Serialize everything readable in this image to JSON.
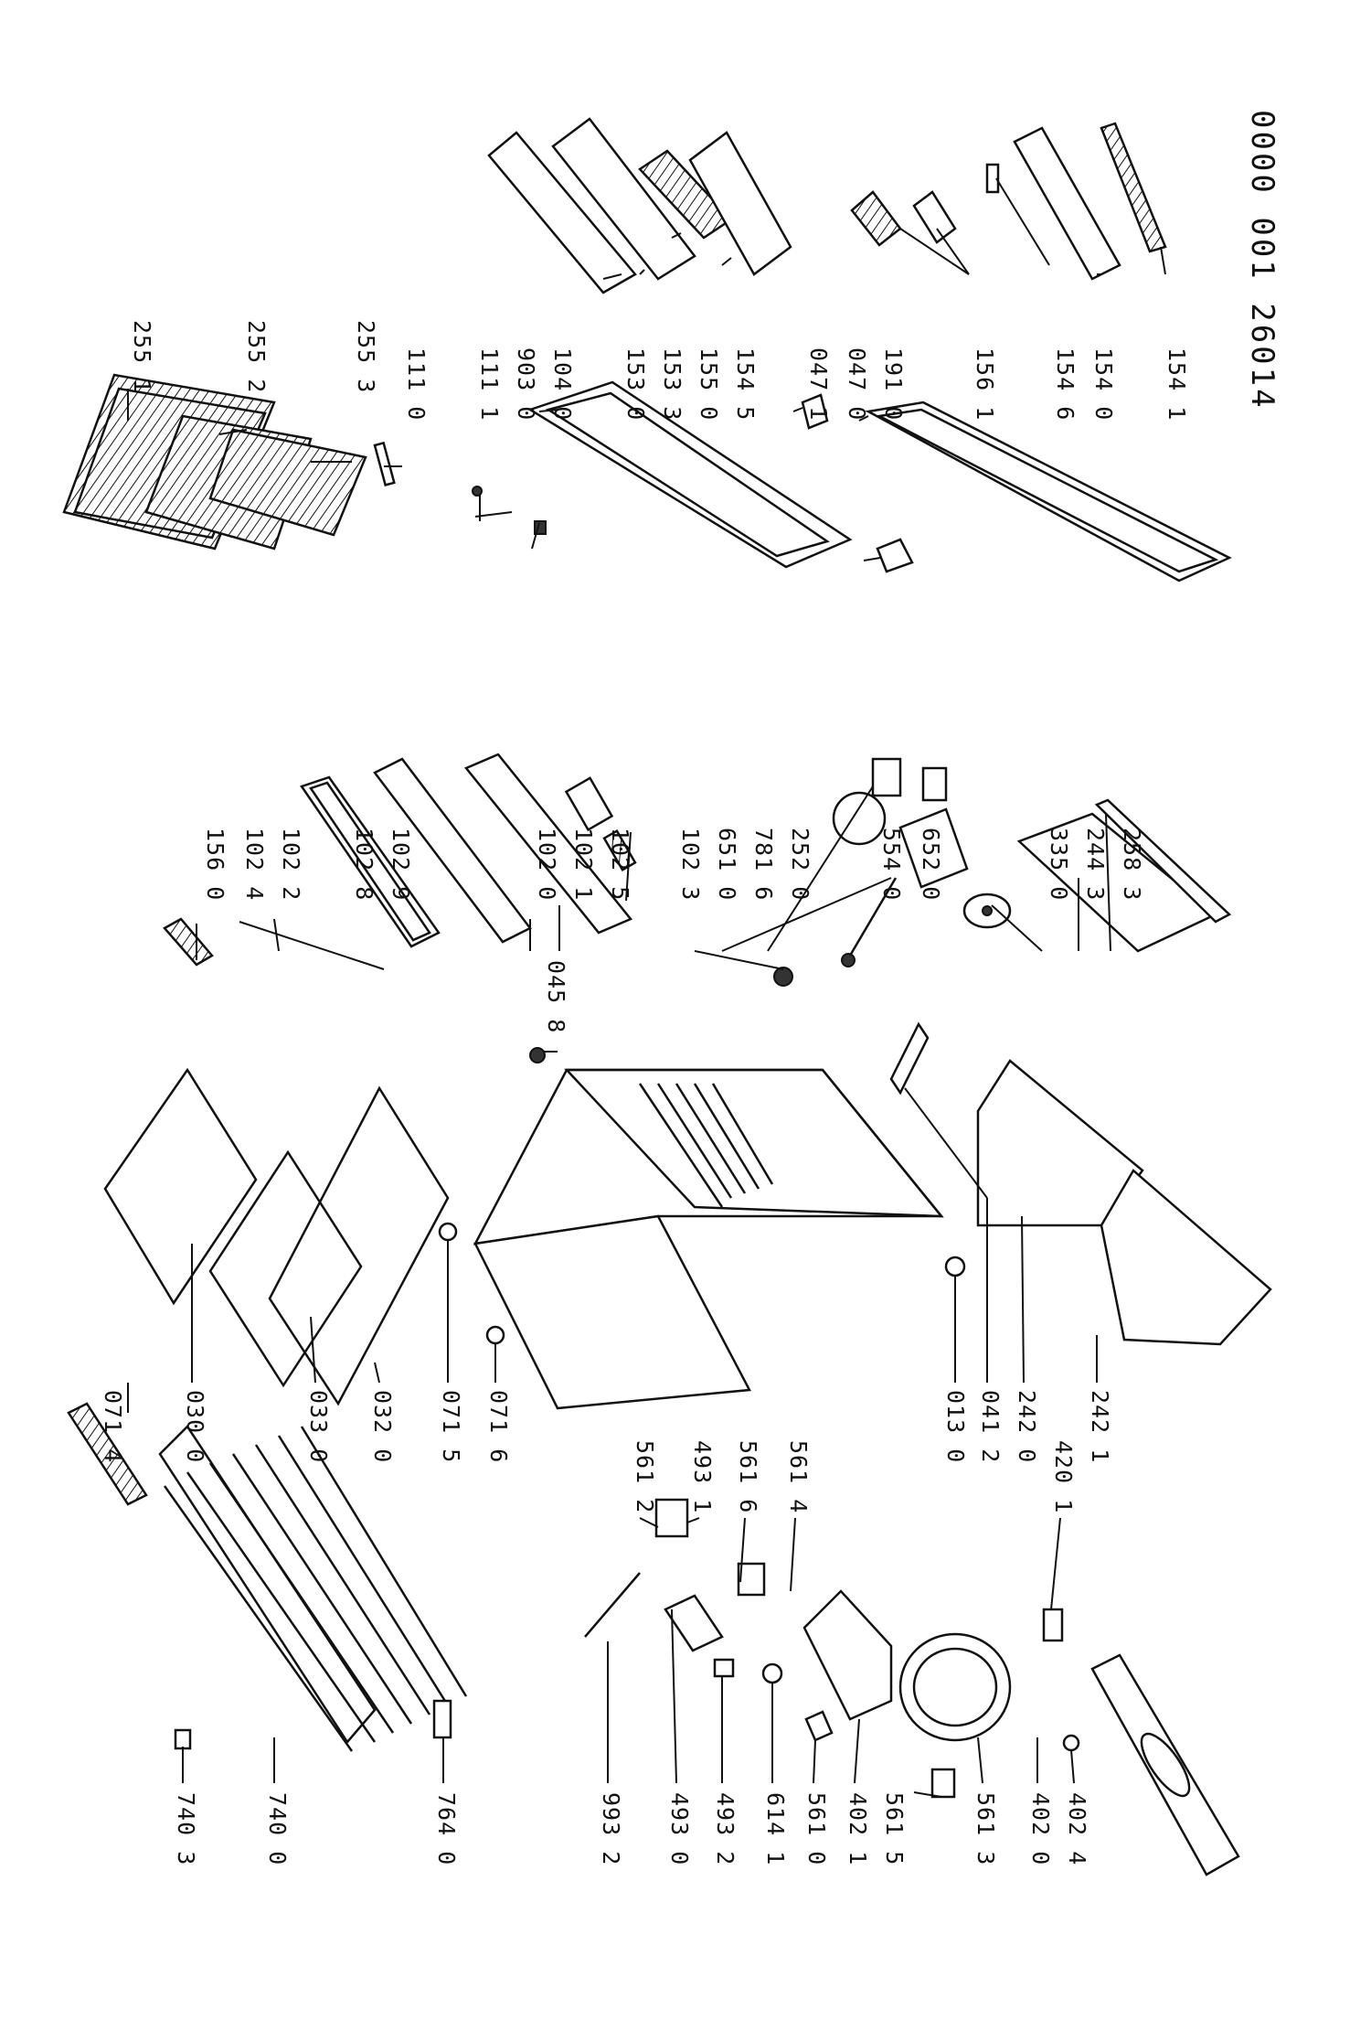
{
  "document_number": "0000 001 26014",
  "labels": {
    "p255_1": "255 1",
    "p255_2": "255 2",
    "p255_3": "255 3",
    "p111_0": "111 0",
    "p111_1": "111 1",
    "p903_0": "903 0",
    "p104_0": "104 0",
    "p153_0": "153 0",
    "p153_3": "153 3",
    "p155_0": "155 0",
    "p154_5": "154 5",
    "p047_1": "047 1",
    "p047_0": "047 0",
    "p191_0": "191 0",
    "p156_1": "156 1",
    "p154_6": "154 6",
    "p154_0": "154 0",
    "p154_1": "154 1",
    "p156_0": "156 0",
    "p102_4": "102 4",
    "p102_2": "102 2",
    "p102_8": "102 8",
    "p102_9": "102 9",
    "p102_0": "102 0",
    "p102_1": "102 1",
    "p102_5": "102 5",
    "p102_3": "102 3",
    "p651_0": "651 0",
    "p781_6": "781 6",
    "p252_0": "252 0",
    "p554_0": "554 0",
    "p652_0": "652 0",
    "p335_0": "335 0",
    "p244_3": "244 3",
    "p258_3": "258 3",
    "p045_8": "045 8",
    "p071_4": "071 4",
    "p030_0": "030 0",
    "p033_0": "033 0",
    "p032_0": "032 0",
    "p071_5": "071 5",
    "p071_6": "071 6",
    "p013_0": "013 0",
    "p041_2": "041 2",
    "p242_0": "242 0",
    "p242_1": "242 1",
    "p561_2": "561 2",
    "p493_1": "493 1",
    "p561_6": "561 6",
    "p561_4": "561 4",
    "p420_1": "420 1",
    "p740_3": "740 3",
    "p740_0": "740 0",
    "p764_0": "764 0",
    "p993_2": "993 2",
    "p493_0": "493 0",
    "p493_2": "493 2",
    "p614_1": "614 1",
    "p561_0": "561 0",
    "p402_1": "402 1",
    "p561_5": "561 5",
    "p561_3": "561 3",
    "p402_0": "402 0",
    "p402_4": "402 4"
  }
}
